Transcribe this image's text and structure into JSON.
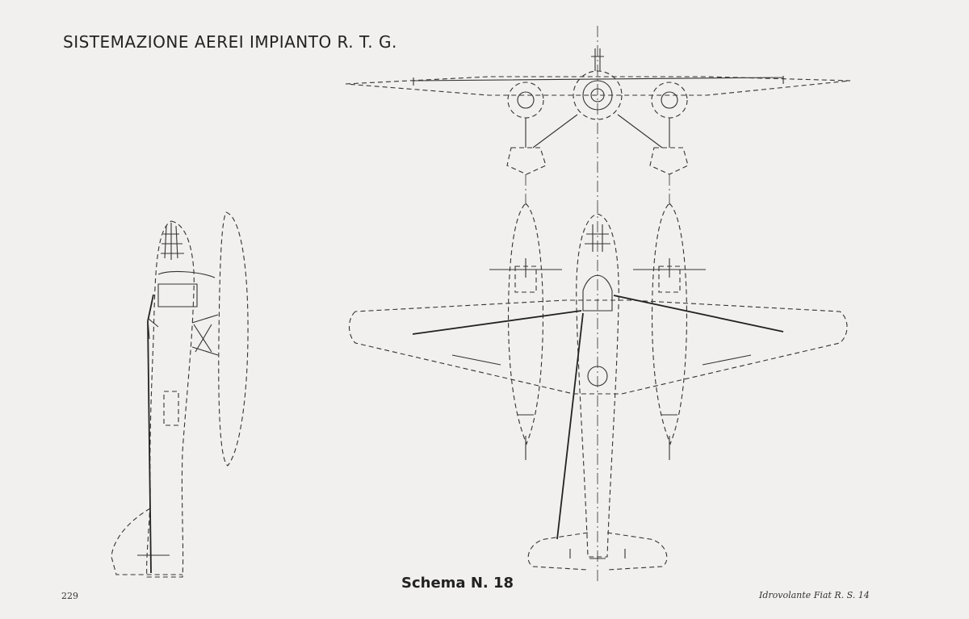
{
  "header": {
    "title": "SISTEMAZIONE AEREI IMPIANTO R. T. G."
  },
  "figure": {
    "caption": "Schema N. 18"
  },
  "footer": {
    "page_number": "229",
    "book_title": "Idrovolante Fiat R. S. 14"
  }
}
